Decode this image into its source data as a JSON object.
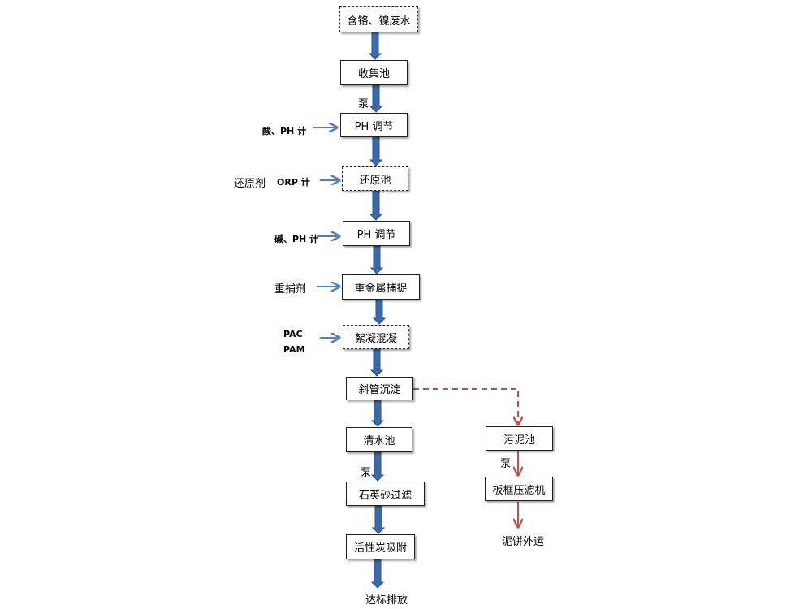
{
  "colors": {
    "main_arrow": "#3a6aad",
    "main_arrow_dark": "#2c5590",
    "input_arrow": "#4f7fc0",
    "sludge_arrow": "#c0504d",
    "box_border": "#1f1f1f"
  },
  "nodes": {
    "wastewater": "含铬、镍废水",
    "collection_tank": "收集池",
    "ph_adjust_1": "PH 调节",
    "reduction_tank": "还原池",
    "ph_adjust_2": "PH 调节",
    "heavy_metal_capture": "重金属捕捉",
    "flocculation": "絮凝混凝",
    "inclined_tube_settling": "斜管沉淀",
    "clear_water_tank": "清水池",
    "quartz_sand_filter": "石英砂过滤",
    "activated_carbon": "活性炭吸附",
    "sludge_tank": "污泥池",
    "filter_press": "板框压滤机"
  },
  "labels": {
    "pump_1": "泵",
    "pump_2": "泵",
    "pump_3": "泵",
    "acid_ph_meter": "酸、PH 计",
    "reducing_agent": "还原剂",
    "orp_meter": "ORP 计",
    "alkali_ph_meter": "碱、PH 计",
    "heavy_capture_agent": "重捕剂",
    "pac": "PAC",
    "pam": "PAM",
    "discharge": "达标排放",
    "sludge_cake_out": "泥饼外运"
  }
}
